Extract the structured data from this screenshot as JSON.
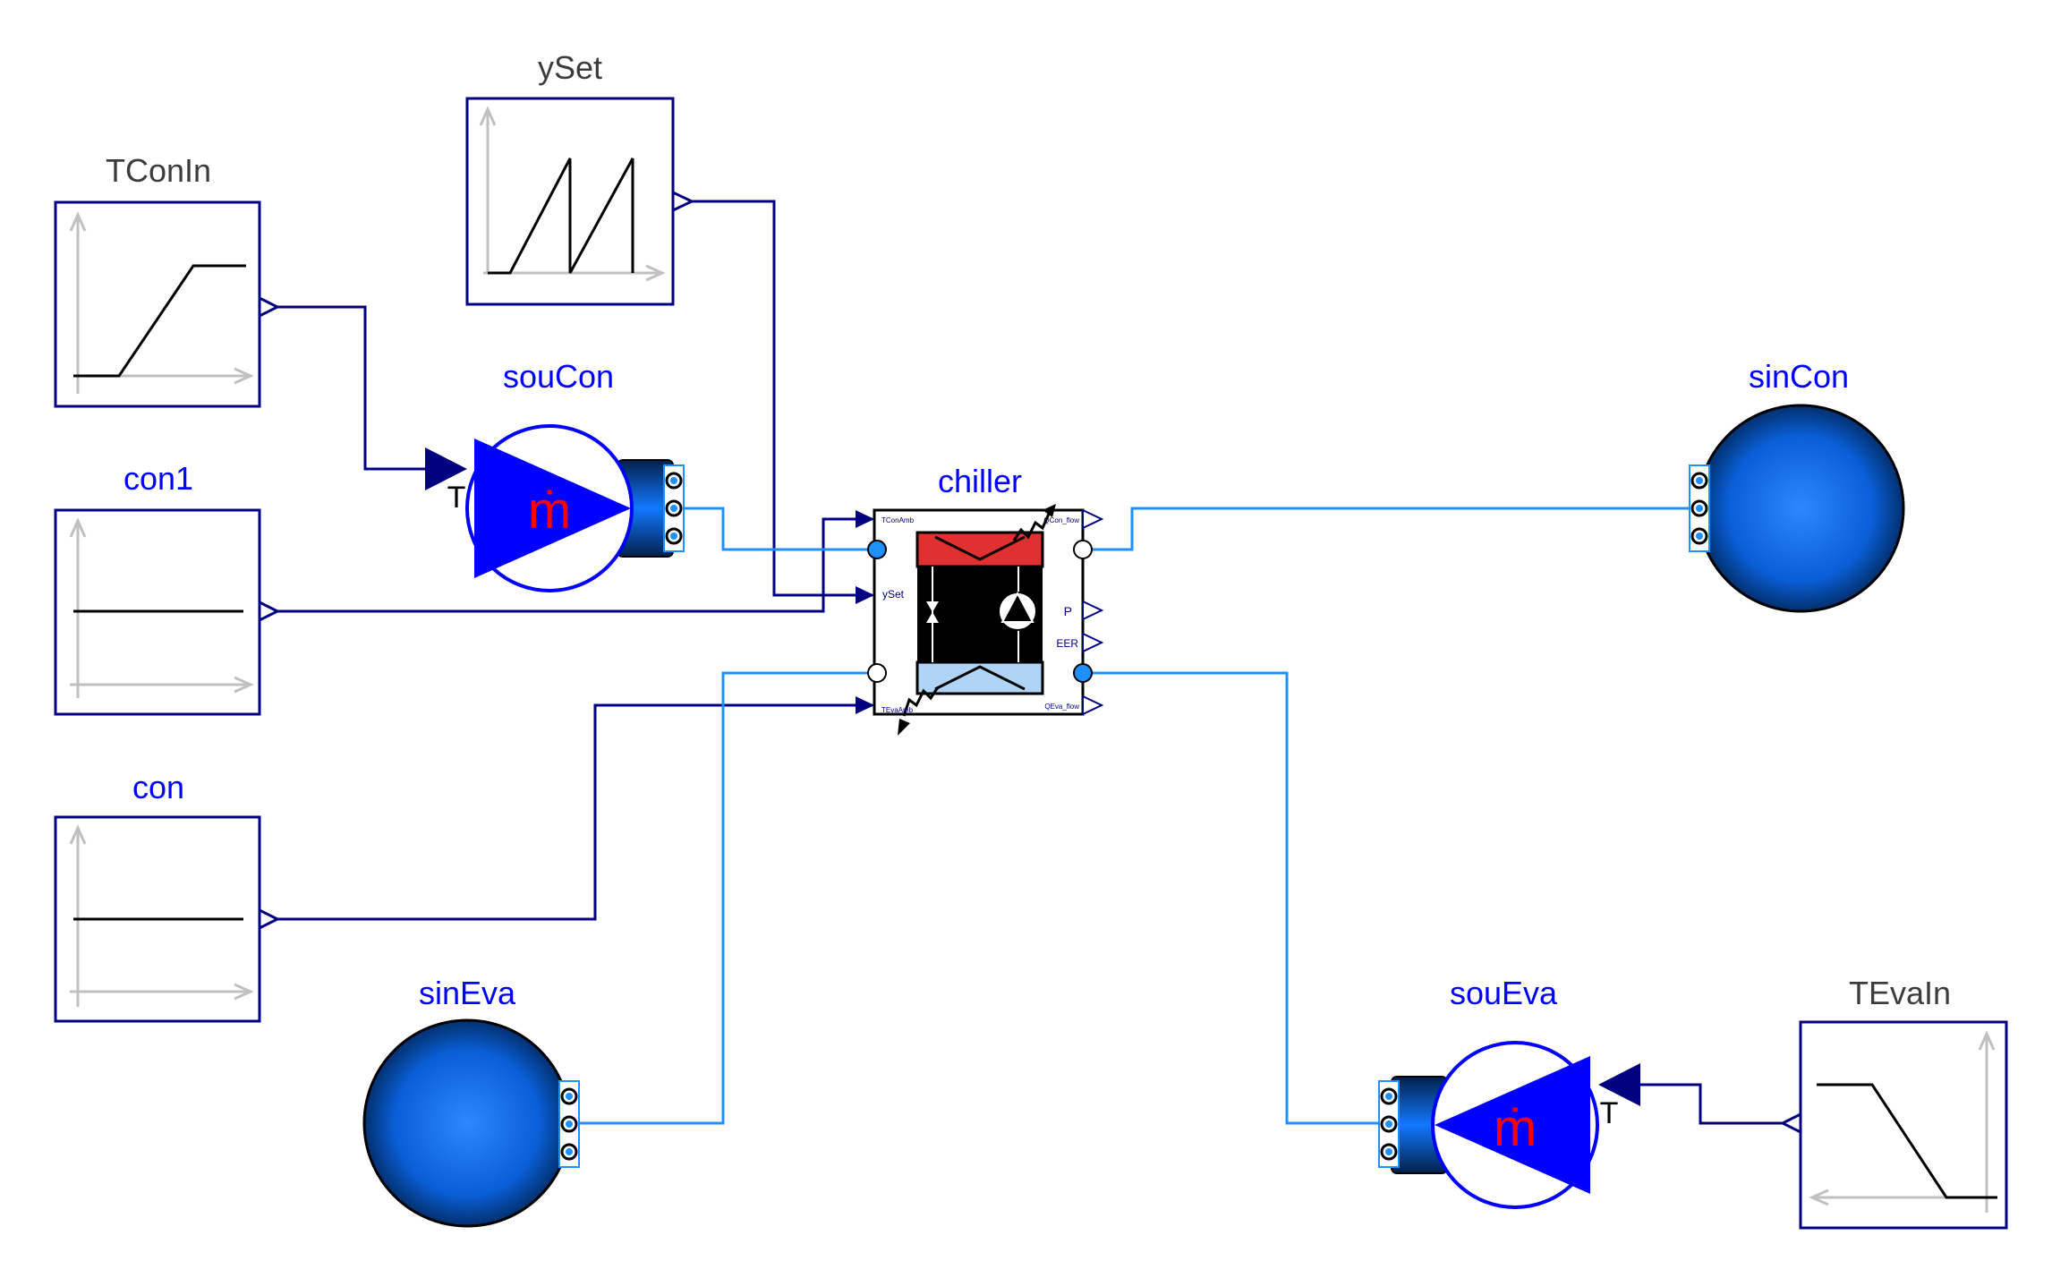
{
  "components": {
    "yset": {
      "label": "ySet"
    },
    "tconin": {
      "label": "TConIn"
    },
    "con1": {
      "label": "con1"
    },
    "con": {
      "label": "con"
    },
    "soucon": {
      "label": "souCon",
      "symbol": "ṁ",
      "port_label": "T"
    },
    "sincon": {
      "label": "sinCon"
    },
    "chiller": {
      "label": "chiller",
      "ports": {
        "tconamb": "TConAmb",
        "yset": "ySet",
        "tevaamb": "TEvaAmb",
        "qcon_flow": "QCon_flow",
        "p": "P",
        "eer": "EER",
        "qeva_flow": "QEva_flow"
      }
    },
    "sineva": {
      "label": "sinEva"
    },
    "soueva": {
      "label": "souEva",
      "symbol": "ṁ",
      "port_label": "T"
    },
    "tevain": {
      "label": "TEvaIn"
    }
  },
  "colors": {
    "signal": "#000080",
    "fluid": "#1e90ff",
    "source_blue": "#0000ff",
    "label_blue": "#0000ff",
    "label_dark": "#3c3c3c",
    "condenser": "#e03030",
    "evaporator": "#b0d4f5",
    "mass_flow_symbol": "#ff0000"
  }
}
